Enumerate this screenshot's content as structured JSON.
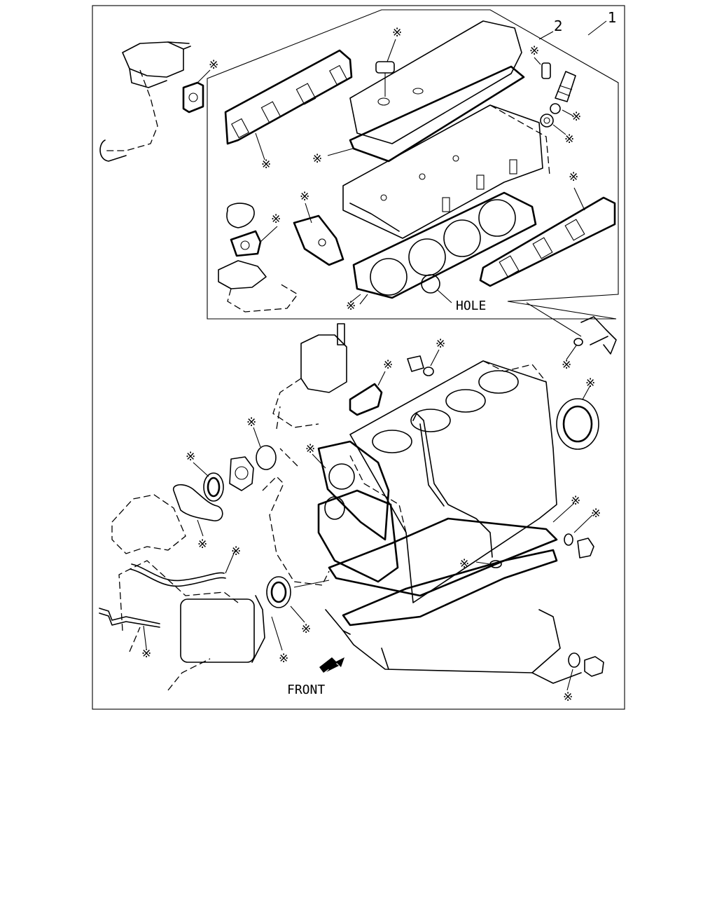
{
  "labels": {
    "kit_number": "1",
    "set_number": "2",
    "hole": "HOLE",
    "front": "FRONT",
    "kit_mark": "※"
  }
}
